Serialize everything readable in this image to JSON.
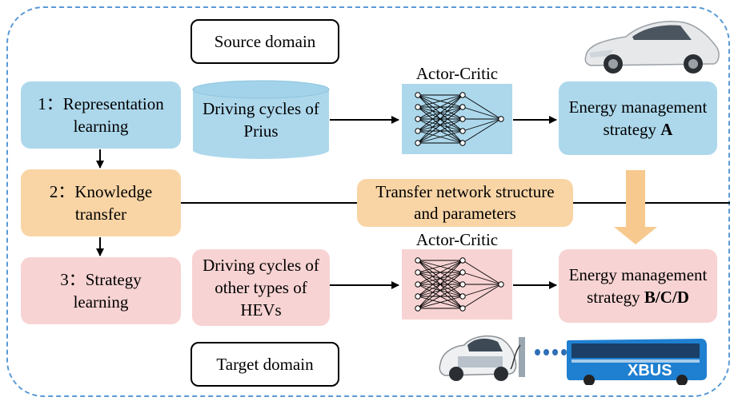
{
  "source_domain": "Source domain",
  "target_domain": "Target domain",
  "steps": {
    "step1": {
      "line1": "1：Representation",
      "line2": "learning"
    },
    "step2": {
      "line1": "2：Knowledge",
      "line2": "transfer"
    },
    "step3": {
      "line1": "3：Strategy",
      "line2": "learning"
    }
  },
  "source_data": {
    "line1": "Driving cycles of",
    "line2": "Prius"
  },
  "target_data": {
    "line1": "Driving cycles of",
    "line2": "other types of",
    "line3": "HEVs"
  },
  "nn_label_top": "Actor-Critic",
  "nn_label_bottom": "Actor-Critic",
  "transfer_label": {
    "line1": "Transfer network structure",
    "line2": "and parameters"
  },
  "strategy_a": {
    "line1": "Energy management",
    "line2": "strategy ",
    "bold": "A"
  },
  "strategy_bcd": {
    "line1": "Energy management",
    "line2": "strategy ",
    "bold": "B/C/D"
  },
  "colors": {
    "blue": "#add8ec",
    "orange": "#f9d5a6",
    "pink": "#f8d3d3",
    "frame": "#5a9ad6",
    "big_arrow": "#f7c98e"
  },
  "icons": [
    "prius-car-icon",
    "ev-charging-car-icon",
    "bus-icon"
  ],
  "bus_text": "XBUS"
}
